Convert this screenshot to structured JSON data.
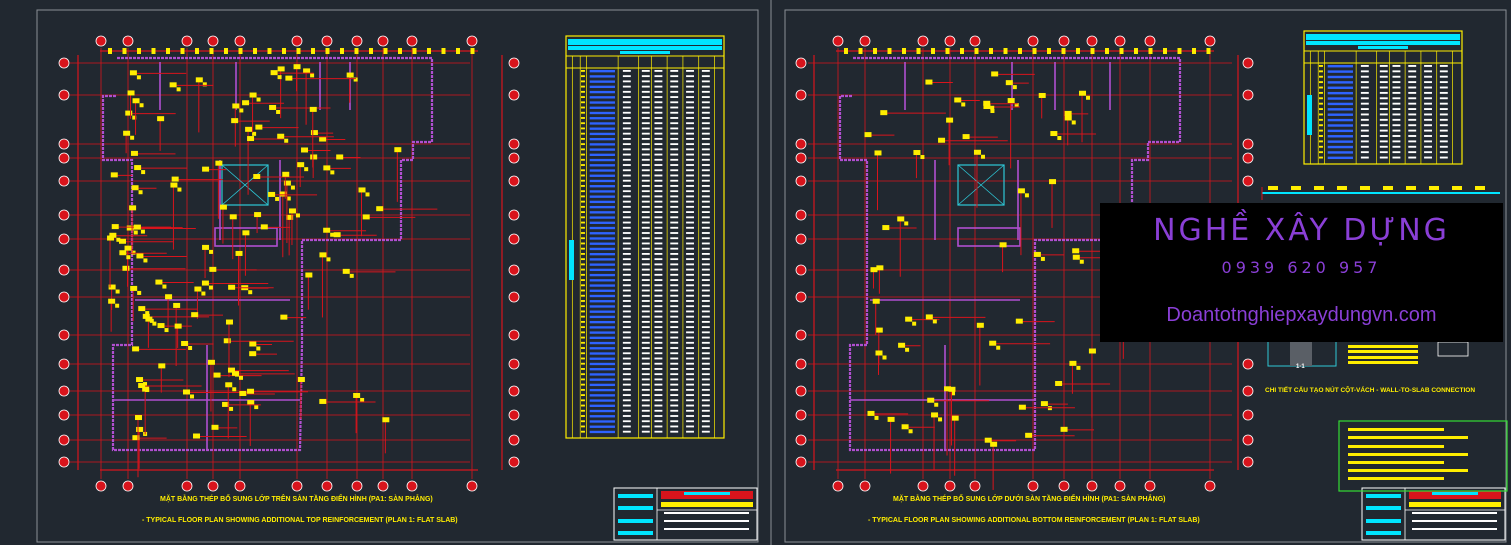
{
  "watermark": {
    "brand": "NGHỀ XÂY DỰNG",
    "phone": "0939 620 957",
    "website": "Doantotnghiepxaydungvn.com"
  },
  "sheets": [
    {
      "title_vi": "MẶT BẰNG THÉP BỔ SUNG LỚP TRÊN SÀN TẦNG ĐIỂN HÌNH (PA1: SÀN PHẲNG)",
      "title_en": "- TYPICAL FLOOR PLAN SHOWING ADDITIONAL TOP REINFORCEMENT (PLAN 1: FLAT SLAB)"
    },
    {
      "title_vi": "MẶT BẰNG THÉP BỔ SUNG LỚP DƯỚI SÀN TẦNG ĐIỂN HÌNH (PA1: SÀN PHẲNG)",
      "title_en": "- TYPICAL FLOOR PLAN SHOWING ADDITIONAL BOTTOM REINFORCEMENT (PLAN 1: FLAT SLAB)",
      "detail_caption": "CHI TIẾT CẤU TẠO NÚT CỘT-VÁCH - WALL-TO-SLAB CONNECTION",
      "section_label": "1-1"
    }
  ],
  "colors": {
    "background": "#212830",
    "grid": "#d8141c",
    "rebar": "#ffee00",
    "wall": "#b04fd0",
    "table_header": "#00e5ff",
    "table_rows": "#2e63ff",
    "frame": "#8a8f96",
    "watermark_text": "#8a3fd6"
  }
}
